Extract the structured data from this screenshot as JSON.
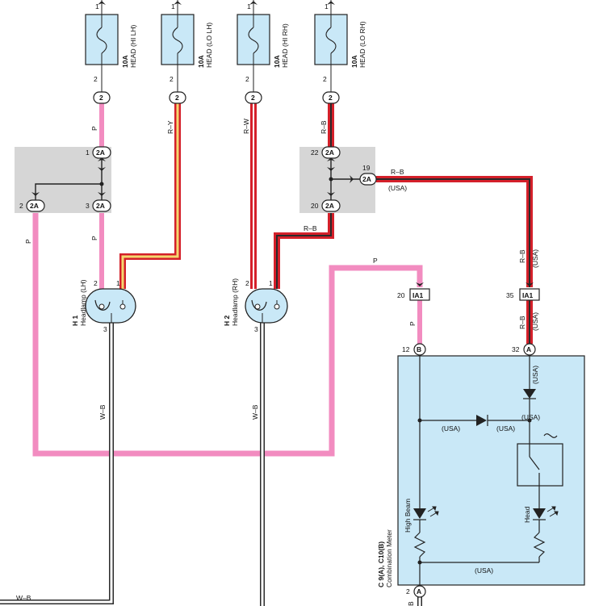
{
  "colors": {
    "pink": "#f28cc0",
    "red": "#d4202a",
    "yellow": "#f5d76e",
    "blue_fill": "#c9e8f7",
    "gray_box": "#d6d6d6",
    "wire_white": "#ffffff",
    "wire_black": "#2a2a2a"
  },
  "fuses": [
    {
      "name": "10A",
      "desc": "HEAD (HI LH)",
      "pin_top": "1",
      "pin_bottom": "2",
      "conn": "2"
    },
    {
      "name": "10A",
      "desc": "HEAD (LO LH)",
      "pin_top": "1",
      "pin_bottom": "2",
      "conn": "2"
    },
    {
      "name": "10A",
      "desc": "HEAD (HI RH)",
      "pin_top": "1",
      "pin_bottom": "2",
      "conn": "2"
    },
    {
      "name": "10A",
      "desc": "HEAD (LO RH)",
      "pin_top": "1",
      "pin_bottom": "2",
      "conn": "2"
    }
  ],
  "junction_left": {
    "conn": "2A",
    "pins": {
      "top": "1",
      "left": "2",
      "right": "3"
    }
  },
  "junction_right": {
    "conn": "2A",
    "pins": {
      "top": "22",
      "side": "19",
      "bottom": "20"
    }
  },
  "wire_labels": {
    "p": "P",
    "ry": "R–Y",
    "rw": "R–W",
    "rb": "R–B",
    "wb": "W–B",
    "usa": "(USA)"
  },
  "headlamp_lh": {
    "code": "H 1",
    "name": "Headlamp (LH)",
    "pin1": "1",
    "pin2": "2",
    "pin3": "3"
  },
  "headlamp_rh": {
    "code": "H 2",
    "name": "Headlamp (RH)",
    "pin1": "1",
    "pin2": "2",
    "pin3": "3"
  },
  "connector_ia1": {
    "label": "IA1",
    "pin_left": "20",
    "pin_right": "35"
  },
  "meter": {
    "code": "C 9(A), C10(B)",
    "name": "Combination Meter",
    "pin_b": "12",
    "pin_b_conn": "B",
    "pin_a": "32",
    "pin_a_conn": "A",
    "pin_bottom": "2",
    "pin_bottom_conn": "A",
    "high_beam": "High Beam",
    "head": "Head",
    "usa": "(USA)"
  },
  "bottom_wire": {
    "label": "W–B"
  }
}
